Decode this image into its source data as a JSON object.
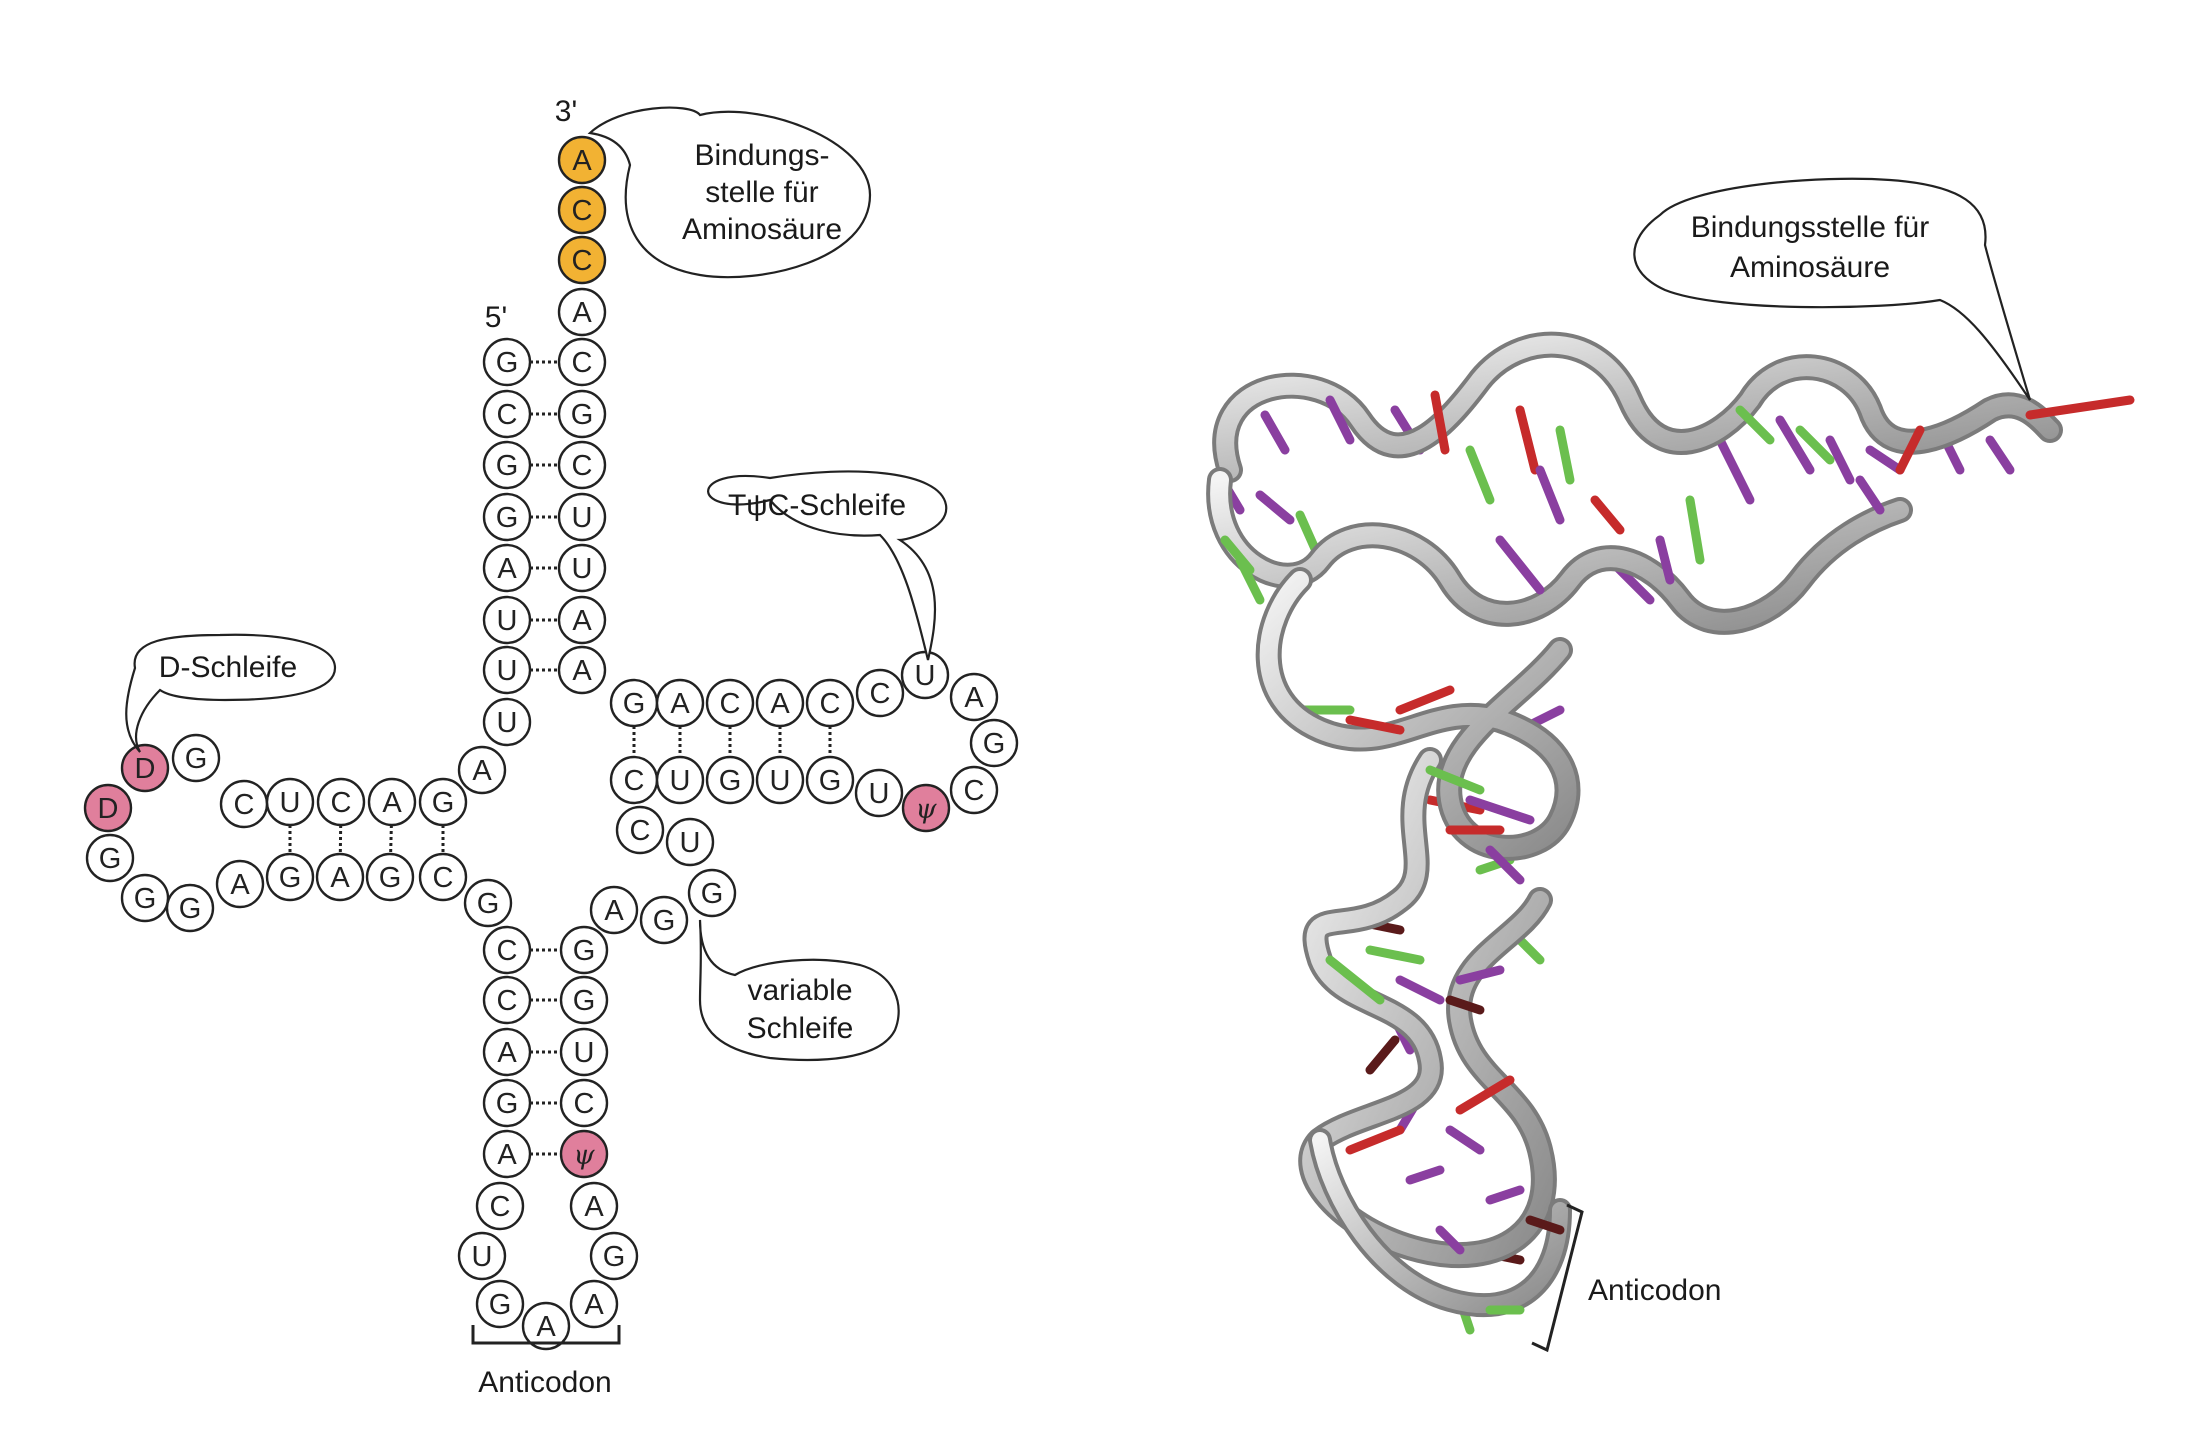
{
  "colors": {
    "plain": "#ffffff",
    "acc": "#f2b233",
    "modified": "#e07f9c",
    "outline": "#222222",
    "ribbon": "#c8c8c8",
    "base_red": "#c62b2b",
    "base_green": "#6bbf4e",
    "base_purple": "#8a3fa0",
    "base_darkred": "#5a1a1a"
  },
  "ends": {
    "three_prime": "3'",
    "five_prime": "5'"
  },
  "labels": {
    "binding_site_2d": "Bindungs-|stelle für|Aminosäure",
    "tpsic_loop": "TψC-Schleife",
    "d_loop": "D-Schleife",
    "variable_loop": "variable|Schleife",
    "anticodon_2d": "Anticodon",
    "binding_site_3d": "Bindungsstelle für|Aminosäure",
    "anticodon_3d": "Anticodon"
  },
  "nucleotides": [
    {
      "id": "acc1",
      "l": "A",
      "t": "acc"
    },
    {
      "id": "acc2",
      "l": "C",
      "t": "acc"
    },
    {
      "id": "acc3",
      "l": "C",
      "t": "acc"
    },
    {
      "id": "r0",
      "l": "A"
    },
    {
      "id": "r1",
      "l": "C"
    },
    {
      "id": "r2",
      "l": "G"
    },
    {
      "id": "r3",
      "l": "C"
    },
    {
      "id": "r4",
      "l": "U"
    },
    {
      "id": "r5",
      "l": "U"
    },
    {
      "id": "r6",
      "l": "A"
    },
    {
      "id": "r7",
      "l": "A"
    },
    {
      "id": "l1",
      "l": "G"
    },
    {
      "id": "l2",
      "l": "C"
    },
    {
      "id": "l3",
      "l": "G"
    },
    {
      "id": "l4",
      "l": "G"
    },
    {
      "id": "l5",
      "l": "A"
    },
    {
      "id": "l6",
      "l": "U"
    },
    {
      "id": "l7",
      "l": "U"
    },
    {
      "id": "u8",
      "l": "U"
    },
    {
      "id": "a9",
      "l": "A"
    },
    {
      "id": "d1",
      "l": "G"
    },
    {
      "id": "d2",
      "l": "C"
    },
    {
      "id": "d3",
      "l": "U"
    },
    {
      "id": "d4",
      "l": "C"
    },
    {
      "id": "d5",
      "l": "A"
    },
    {
      "id": "d6",
      "l": "G"
    },
    {
      "id": "dm1",
      "l": "D",
      "t": "mod"
    },
    {
      "id": "dm2",
      "l": "D",
      "t": "mod"
    },
    {
      "id": "dg1",
      "l": "G"
    },
    {
      "id": "dg2",
      "l": "G"
    },
    {
      "id": "dg3",
      "l": "G"
    },
    {
      "id": "dg4",
      "l": "A"
    },
    {
      "id": "db1",
      "l": "G"
    },
    {
      "id": "db2",
      "l": "A"
    },
    {
      "id": "db3",
      "l": "G"
    },
    {
      "id": "db4",
      "l": "C"
    },
    {
      "id": "g26",
      "l": "G"
    },
    {
      "id": "al1",
      "l": "C"
    },
    {
      "id": "al2",
      "l": "C"
    },
    {
      "id": "al3",
      "l": "A"
    },
    {
      "id": "al4",
      "l": "G"
    },
    {
      "id": "al5",
      "l": "A"
    },
    {
      "id": "ac1",
      "l": "C"
    },
    {
      "id": "ac2",
      "l": "U"
    },
    {
      "id": "ac3",
      "l": "G"
    },
    {
      "id": "ac4",
      "l": "A"
    },
    {
      "id": "ac5",
      "l": "A"
    },
    {
      "id": "ac6",
      "l": "G"
    },
    {
      "id": "ac7",
      "l": "A"
    },
    {
      "id": "ar1",
      "l": "ψ",
      "t": "mod"
    },
    {
      "id": "ar2",
      "l": "C"
    },
    {
      "id": "ar3",
      "l": "U"
    },
    {
      "id": "ar4",
      "l": "G"
    },
    {
      "id": "ar5",
      "l": "G"
    },
    {
      "id": "v1",
      "l": "A"
    },
    {
      "id": "v2",
      "l": "G"
    },
    {
      "id": "v3",
      "l": "G"
    },
    {
      "id": "v4",
      "l": "U"
    },
    {
      "id": "v5",
      "l": "C"
    },
    {
      "id": "t1",
      "l": "G"
    },
    {
      "id": "t2",
      "l": "A"
    },
    {
      "id": "t3",
      "l": "C"
    },
    {
      "id": "t4",
      "l": "A"
    },
    {
      "id": "t5",
      "l": "C"
    },
    {
      "id": "tl1",
      "l": "C"
    },
    {
      "id": "tl2",
      "l": "U"
    },
    {
      "id": "tl3",
      "l": "A"
    },
    {
      "id": "tl4",
      "l": "G"
    },
    {
      "id": "tl5",
      "l": "C"
    },
    {
      "id": "tl6",
      "l": "ψ",
      "t": "mod"
    },
    {
      "id": "tl7",
      "l": "U"
    },
    {
      "id": "tb1",
      "l": "C"
    },
    {
      "id": "tb2",
      "l": "U"
    },
    {
      "id": "tb3",
      "l": "G"
    },
    {
      "id": "tb4",
      "l": "U"
    },
    {
      "id": "tb5",
      "l": "G"
    }
  ]
}
